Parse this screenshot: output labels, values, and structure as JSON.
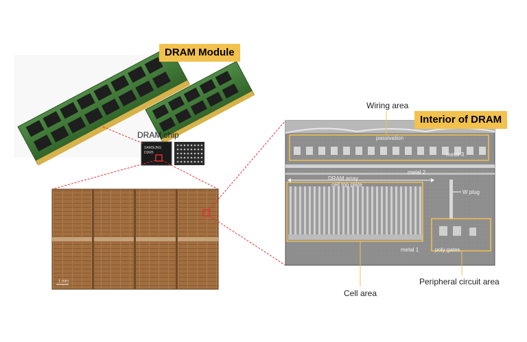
{
  "labels": {
    "dram_module": "DRAM Module",
    "dram_chip": "DRAM chip",
    "interior_of_dram": "Interior of DRAM",
    "wiring_area": "Wiring area",
    "cell_area": "Cell area",
    "peripheral_circuit_area": "Peripheral circuit area"
  },
  "sem_labels": {
    "passivation": "passivation",
    "metal_3": "metal 3",
    "metal_2": "metal 2",
    "dram_array": "DRAM array",
    "cell_top_plate": "cell top plate",
    "w_plug": "W plug",
    "metal_1": "metal 1",
    "poly_gates": "poly gates"
  },
  "chip_brand": "SAMSUNG",
  "chip_code": "DDR5",
  "die_scale": "1 mm",
  "colors": {
    "highlight": "#f2c14e",
    "pointer": "#e03030",
    "pcb": "#3f7a38",
    "die": "#9a6a3c",
    "sem": "#8c8c8c"
  }
}
